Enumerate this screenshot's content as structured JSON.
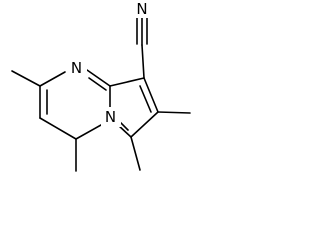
{
  "molecule": {
    "atoms": {
      "N1": "N",
      "N4": "N",
      "N_cn": "N"
    },
    "colors": {
      "bond": "#000000",
      "text": "#000000",
      "background": "#ffffff"
    }
  }
}
